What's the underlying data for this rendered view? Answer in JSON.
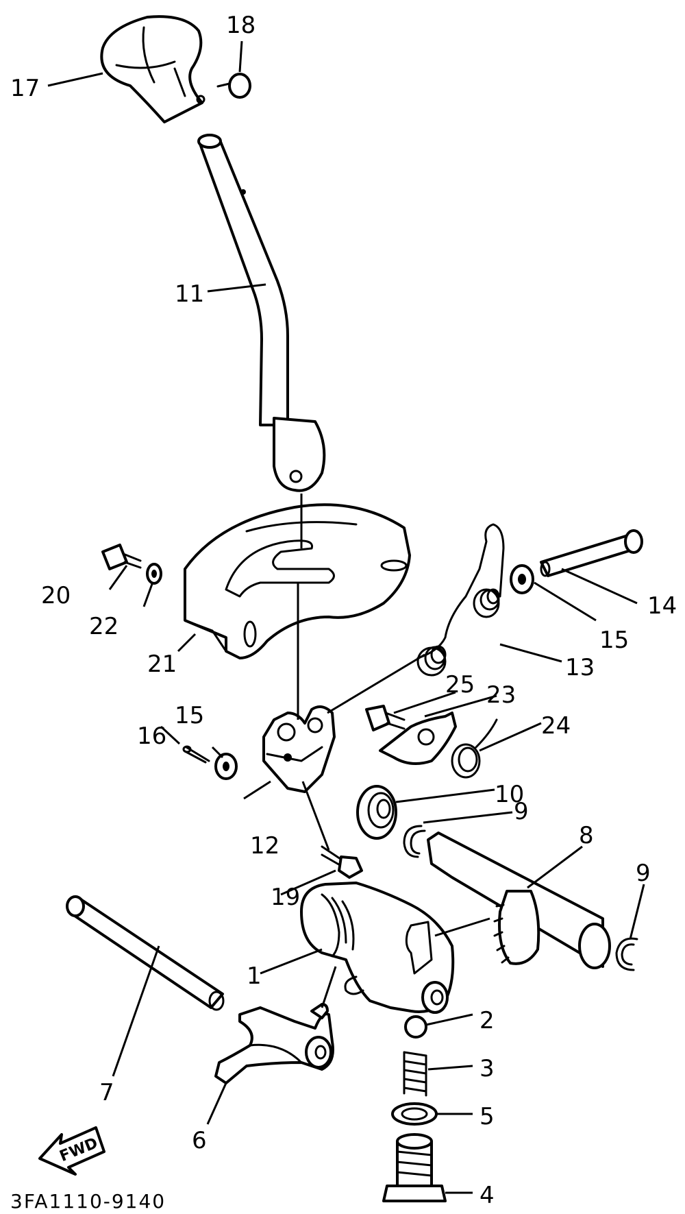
{
  "callouts": {
    "c1": "1",
    "c2": "2",
    "c3": "3",
    "c4": "4",
    "c5": "5",
    "c6": "6",
    "c7": "7",
    "c8": "8",
    "c9a": "9",
    "c9b": "9",
    "c10": "10",
    "c11": "11",
    "c12": "12",
    "c13": "13",
    "c14": "14",
    "c15a": "15",
    "c15b": "15",
    "c16": "16",
    "c17": "17",
    "c18": "18",
    "c19": "19",
    "c20": "20",
    "c21": "21",
    "c22": "22",
    "c23": "23",
    "c24": "24",
    "c25": "25"
  },
  "direction_label": "FWD",
  "diagram_code": "3FA1110-9140"
}
